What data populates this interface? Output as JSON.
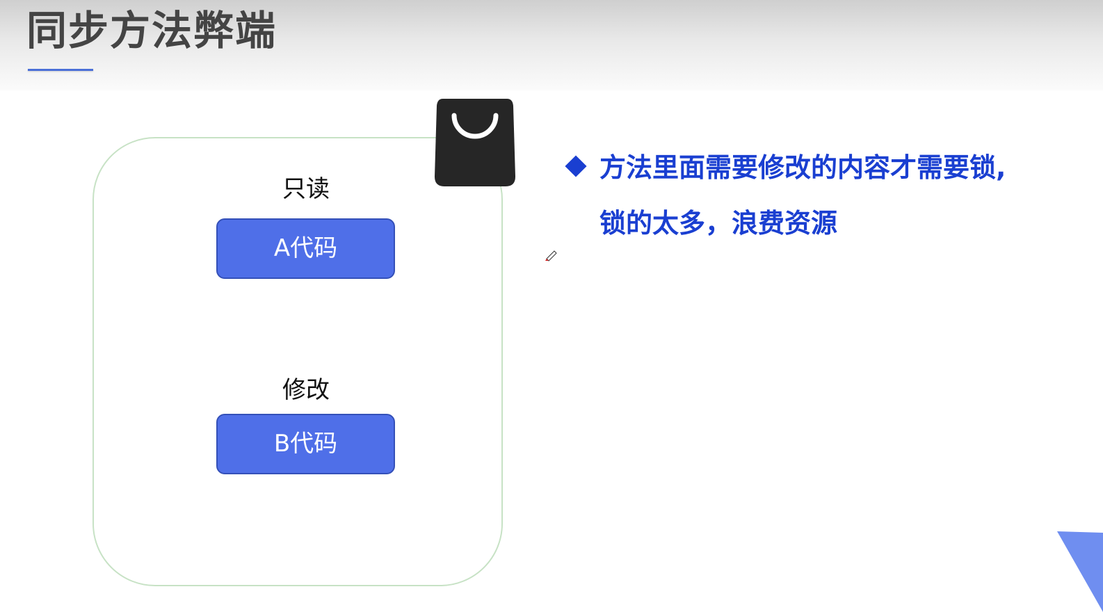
{
  "slide": {
    "title": "同步方法弊端",
    "accent_color": "#4a6fd8"
  },
  "diagram": {
    "readonly_label": "只读",
    "code_a_label": "A代码",
    "modify_label": "修改",
    "code_b_label": "B代码",
    "lock_icon": "lock-icon",
    "box_border_color": "#c7e2c5",
    "block_color": "#4f6fe8"
  },
  "bullet": {
    "line1": "方法里面需要修改的内容才需要锁,",
    "line2": "锁的太多，浪费资源",
    "color": "#1a3fd1"
  },
  "decor": {
    "pen_icon": "pen-cursor-icon",
    "triangle_color": "#6f8ef0"
  }
}
